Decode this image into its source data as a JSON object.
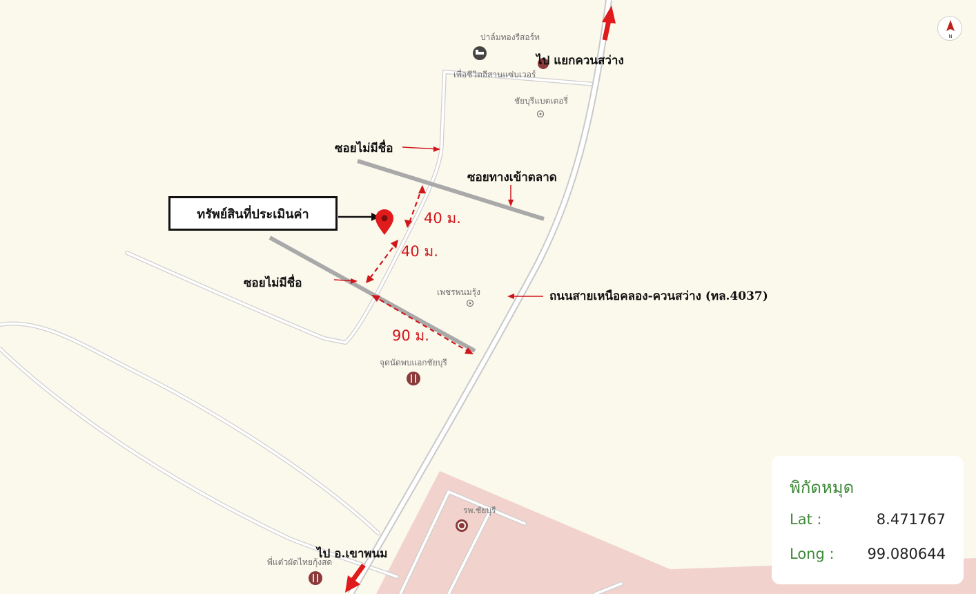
{
  "map": {
    "pois": {
      "resort": "ปาล์มทองรีสอร์ท",
      "bar": "เพื่อชีวิตอีสานแซ่บเวอร์",
      "battery": "ชัยบุรีแบตเตอรี่",
      "petchpanomrung": "เพชรพนมรุ้ง",
      "meeting_point": "จุดนัดพบแอกชัยบุรี",
      "hospital": "รพ.ชัยบุรี",
      "noodle": "พี่แต๋วผัดไทยกุ้งสด"
    },
    "annotations": {
      "asset": "ทรัพย์สินที่ประเมินค่า",
      "to_north": "ไป แยกควนสว่าง",
      "to_south": "ไป อ.เขาพนม",
      "soi_unnamed_upper": "ซอยไม่มีชื่อ",
      "soi_unnamed_lower": "ซอยไม่มีชื่อ",
      "soi_market": "ซอยทางเข้าตลาด",
      "main_road": "ถนนสายเหนือคลอง-ควนสว่าง (ทล.4037)"
    },
    "distances": {
      "upper": "40 ม.",
      "middle": "40 ม.",
      "lower": "90 ม."
    },
    "compass_label": "N"
  },
  "coordinates": {
    "title": "พิกัดหมุด",
    "lat_label": "Lat :",
    "lat_value": "8.471767",
    "long_label": "Long :",
    "long_value": "99.080644"
  }
}
